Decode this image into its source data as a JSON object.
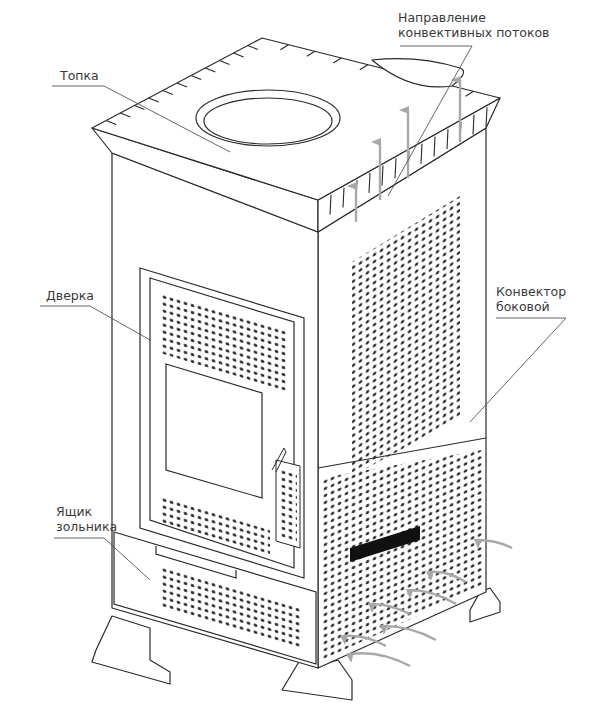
{
  "diagram": {
    "labels": [
      "Топка",
      "Направление конвективных потоков",
      "Дверка",
      "Конвектор боковой",
      "Ящик зольника"
    ]
  }
}
